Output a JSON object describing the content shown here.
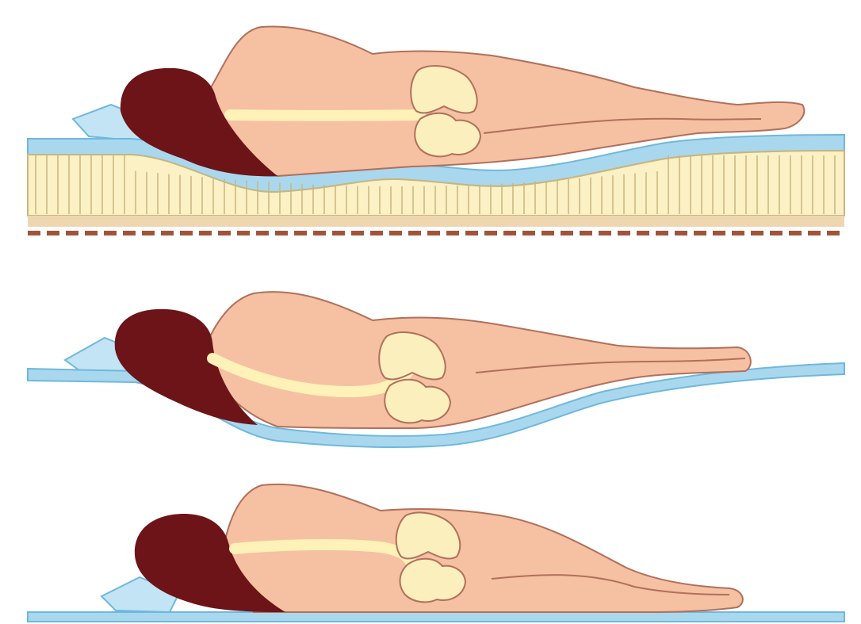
{
  "panels": [
    {
      "id": "spring-mattress",
      "surface": "pocket-spring-mattress",
      "spine_shape": "straight"
    },
    {
      "id": "soft-mattress",
      "surface": "soft-sagging-mattress",
      "spine_shape": "curved-down"
    },
    {
      "id": "hard-surface",
      "surface": "hard-flat-surface",
      "spine_shape": "curved-up"
    }
  ],
  "colors": {
    "skin": "#f6c0a2",
    "skin_outline": "#b0705c",
    "hair": "#6d1418",
    "spine": "#fff2b8",
    "pelvis": "#fbefbe",
    "mattress_top": "#a9d8ee",
    "mattress_edge": "#6fb8dc",
    "spring_fill": "#fbf1c4",
    "spring_line": "#c9b57e",
    "base_band": "#eed7b0",
    "base_dash": "#a0543a",
    "pillow": "#c3e4f4"
  }
}
